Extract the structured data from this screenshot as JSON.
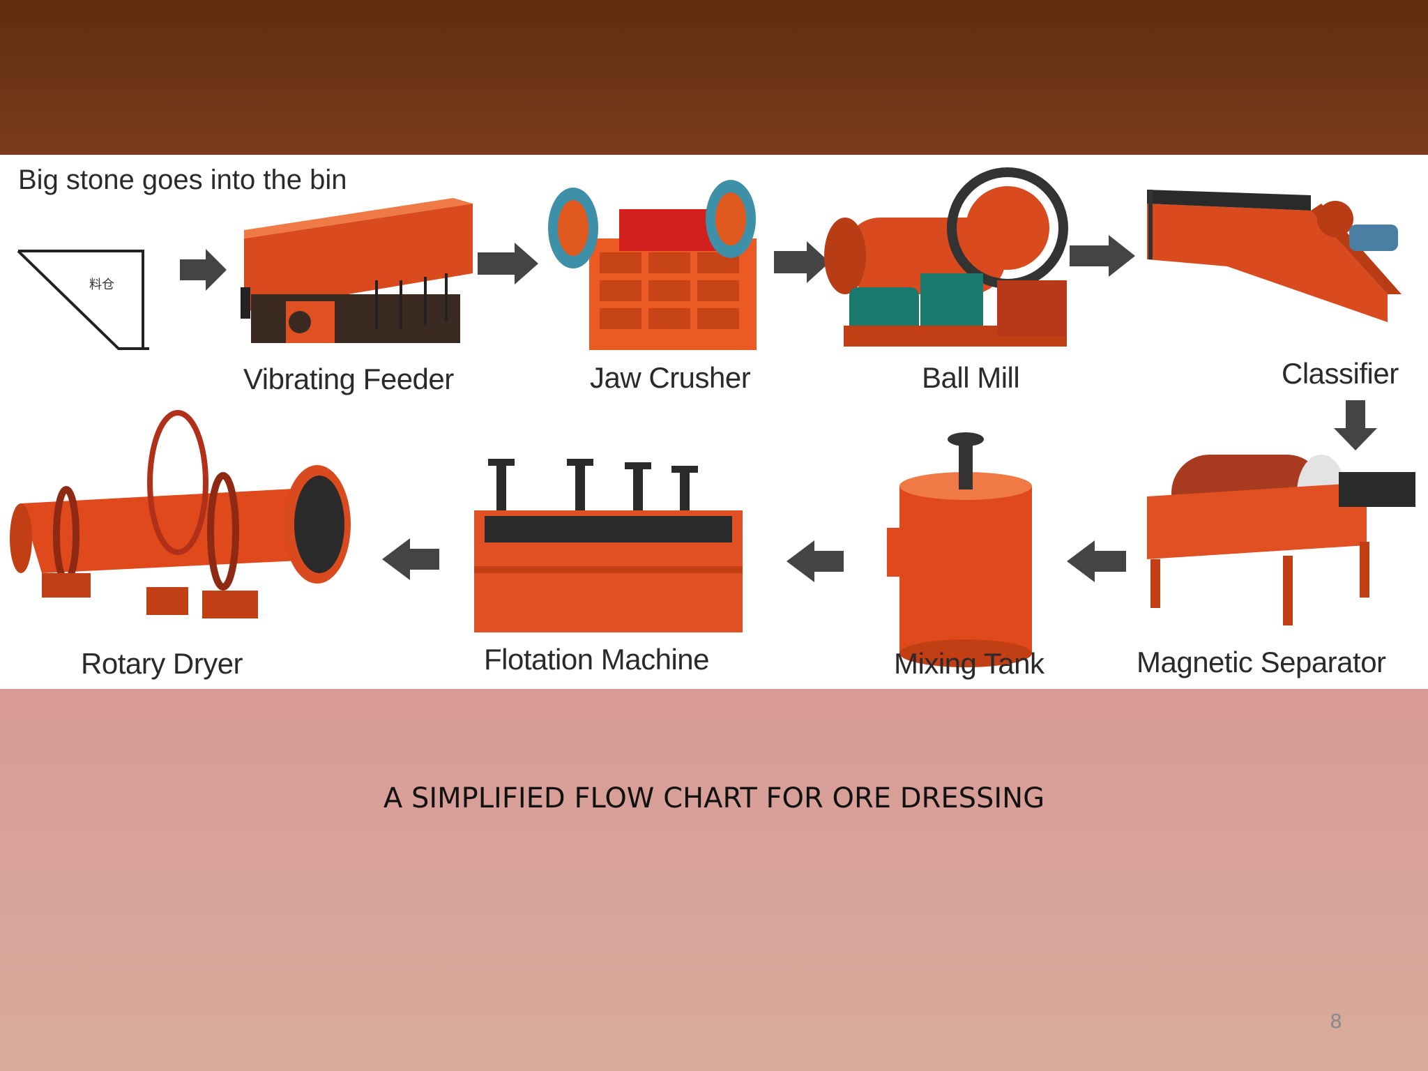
{
  "slide": {
    "intro_text": "Big stone goes into the bin",
    "bin_label": "料仓",
    "caption": "A SIMPLIFIED FLOW CHART FOR ORE DRESSING",
    "page_number": "8"
  },
  "equipment": [
    {
      "key": "vibrating_feeder",
      "label": "Vibrating Feeder"
    },
    {
      "key": "jaw_crusher",
      "label": "Jaw Crusher"
    },
    {
      "key": "ball_mill",
      "label": "Ball Mill"
    },
    {
      "key": "classifier",
      "label": "Classifier"
    },
    {
      "key": "magnetic_separator",
      "label": "Magnetic Separator"
    },
    {
      "key": "mixing_tank",
      "label": "Mixing Tank"
    },
    {
      "key": "flotation_machine",
      "label": "Flotation Machine"
    },
    {
      "key": "rotary_dryer",
      "label": "Rotary Dryer"
    }
  ],
  "colors": {
    "machine_orange": "#e0491c",
    "machine_dark": "#a8300f",
    "arrow": "#444444",
    "top_band": "#6b3316",
    "bottom_band": "#d9a39b"
  }
}
